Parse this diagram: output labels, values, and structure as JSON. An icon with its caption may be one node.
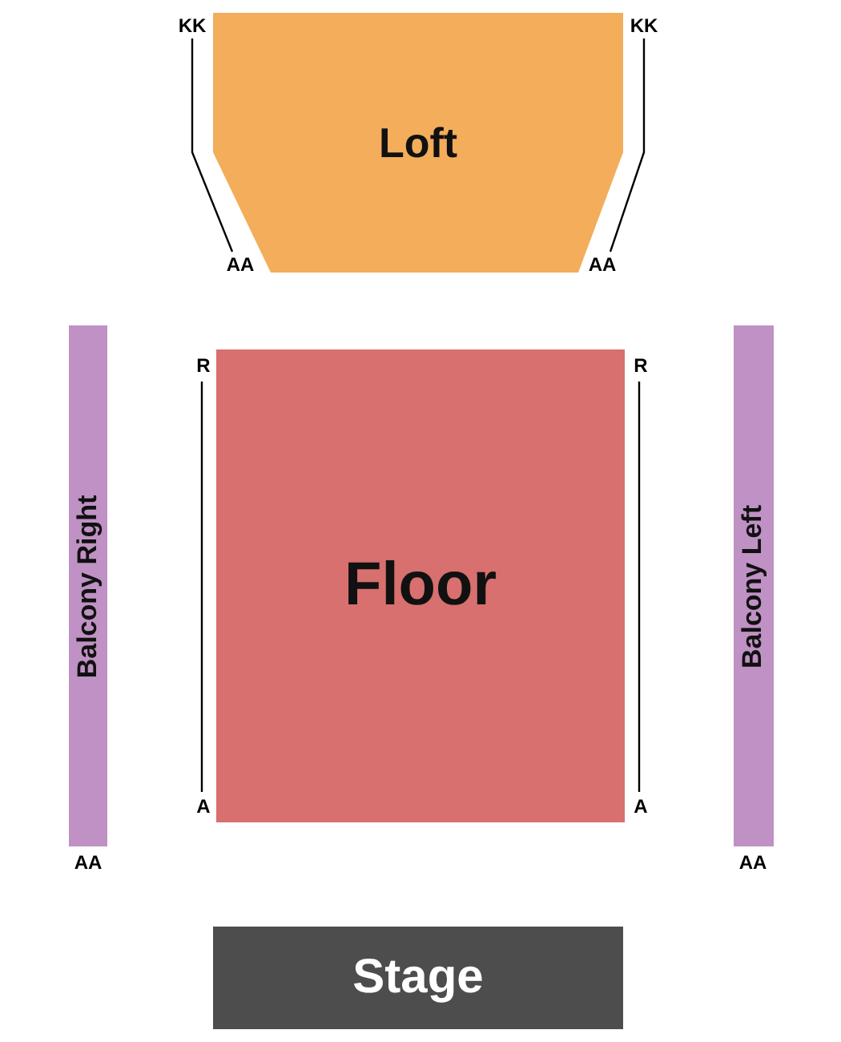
{
  "diagram": {
    "nodes": [
      {
        "text": [
          "Loft"
        ]
      },
      {
        "text": [
          "Balcony Right"
        ]
      },
      {
        "text": [
          "Floor"
        ]
      },
      {
        "text": [
          "Balcony Left"
        ]
      },
      {
        "text": [
          "Stage"
        ]
      }
    ],
    "labels": [
      "KK",
      "KK",
      "AA",
      "AA",
      "R",
      "R",
      "A",
      "A",
      "AA",
      "AA"
    ]
  }
}
